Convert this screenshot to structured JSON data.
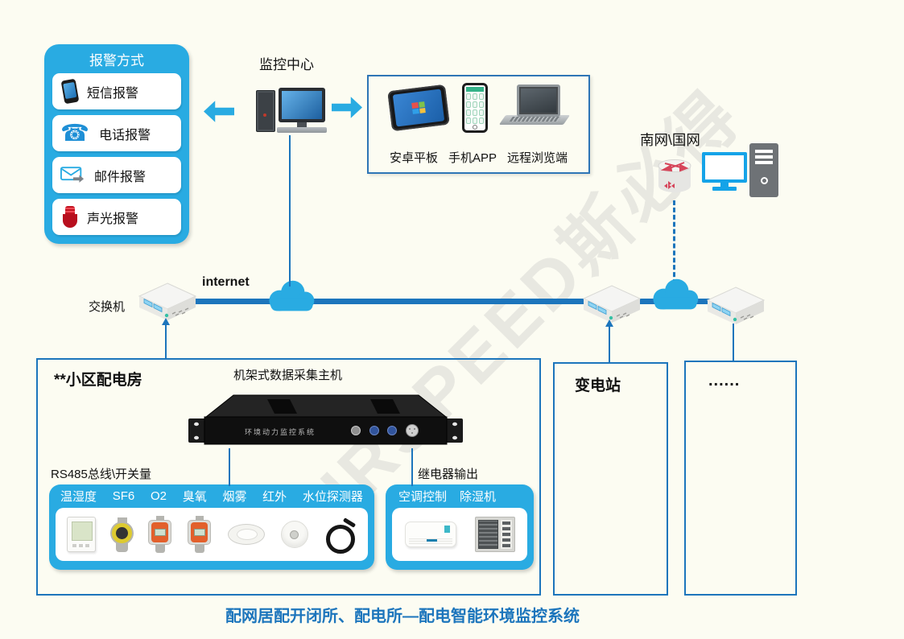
{
  "watermark": "OURSPEED斯必得",
  "colors": {
    "accent_blue": "#29ABE2",
    "line_blue": "#1C75BC",
    "background": "#FCFCF2"
  },
  "alarm_panel": {
    "title": "报警方式",
    "items": [
      {
        "label": "短信报警",
        "icon": "mobile-phone-icon"
      },
      {
        "label": "电话报警",
        "icon": "telephone-icon"
      },
      {
        "label": "邮件报警",
        "icon": "email-icon"
      },
      {
        "label": "声光报警",
        "icon": "siren-icon"
      }
    ]
  },
  "monitoring_center": {
    "label": "监控中心"
  },
  "client_box": {
    "labels": [
      "安卓平板",
      "手机APP",
      "远程浏览端"
    ]
  },
  "grid_label": "南网\\国网",
  "network": {
    "internet_label": "internet",
    "switch_label": "交换机"
  },
  "room": {
    "title": "**小区配电房",
    "host_label": "机架式数据采集主机",
    "host_device_text": "环境动力监控系统",
    "bus_label": "RS485总线\\开关量",
    "sensors": [
      "温湿度",
      "SF6",
      "O2",
      "臭氧",
      "烟雾",
      "红外",
      "水位探测器"
    ],
    "relay_label": "继电器输出",
    "relay_items": [
      "空调控制",
      "除湿机"
    ]
  },
  "substation": {
    "title": "变电站"
  },
  "more_box": {
    "title": "......"
  },
  "footer": {
    "title": "配网居配开闭所、配电所—配电智能环境监控系统"
  }
}
